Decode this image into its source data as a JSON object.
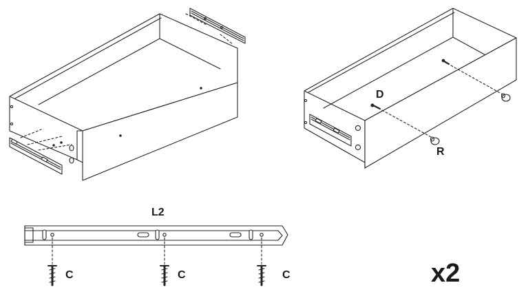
{
  "labels": {
    "screw_d": "D",
    "knob_r": "R",
    "rail_l2": "L2",
    "screw_c_1": "C",
    "screw_c_2": "C",
    "screw_c_3": "C",
    "quantity": "x2"
  }
}
